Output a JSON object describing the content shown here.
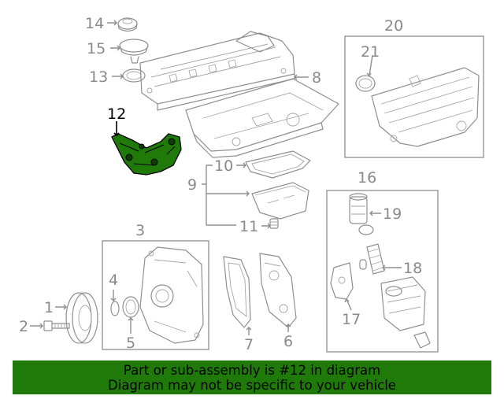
{
  "callouts": {
    "c1": "1",
    "c2": "2",
    "c3": "3",
    "c4": "4",
    "c5": "5",
    "c6": "6",
    "c7": "7",
    "c8": "8",
    "c9": "9",
    "c10": "10",
    "c11": "11",
    "c12": "12",
    "c13": "13",
    "c14": "14",
    "c15": "15",
    "c16": "16",
    "c17": "17",
    "c18": "18",
    "c19": "19",
    "c20": "20",
    "c21": "21"
  },
  "highlight_color": "#1f7a0a",
  "banner": {
    "line1": "Part or sub-assembly is #12 in diagram",
    "line2": "Diagram may not be specific to your vehicle"
  }
}
